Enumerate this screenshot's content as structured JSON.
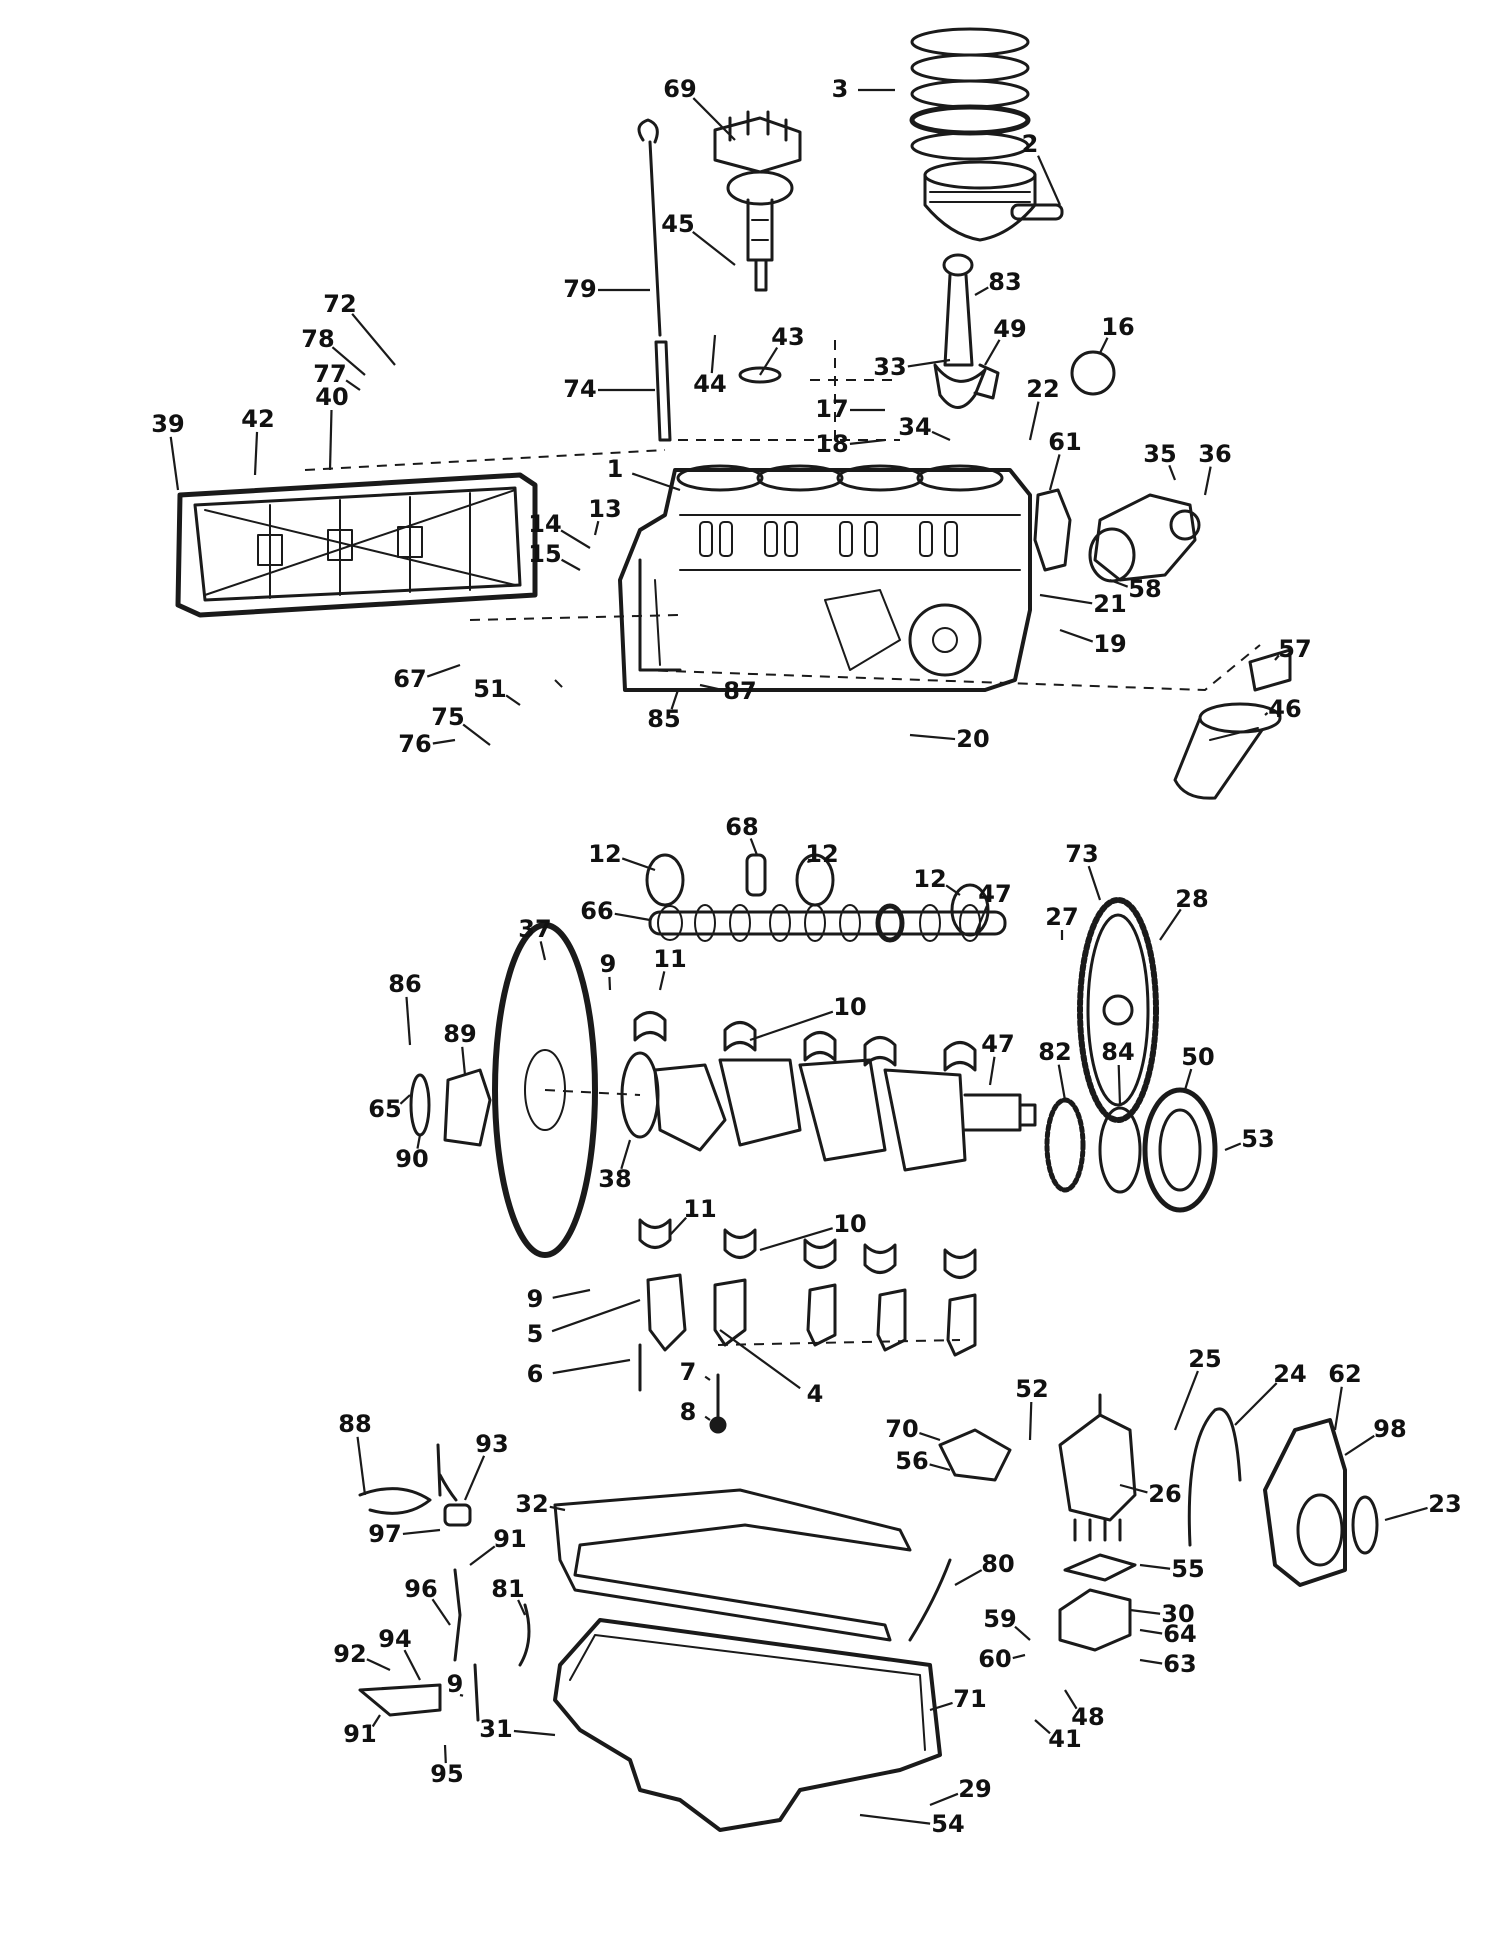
{
  "callouts": [
    "1",
    "2",
    "3",
    "4",
    "5",
    "6",
    "7",
    "8",
    "9",
    "9",
    "9",
    "10",
    "10",
    "11",
    "11",
    "12",
    "12",
    "12",
    "13",
    "14",
    "15",
    "16",
    "17",
    "18",
    "19",
    "20",
    "21",
    "22",
    "23",
    "24",
    "25",
    "26",
    "27",
    "28",
    "29",
    "30",
    "31",
    "32",
    "33",
    "34",
    "35",
    "36",
    "37",
    "38",
    "39",
    "40",
    "41",
    "42",
    "43",
    "44",
    "45",
    "46",
    "47",
    "47",
    "48",
    "49",
    "50",
    "51",
    "52",
    "53",
    "54",
    "55",
    "56",
    "57",
    "58",
    "59",
    "60",
    "61",
    "62",
    "63",
    "64",
    "65",
    "66",
    "67",
    "68",
    "69",
    "70",
    "71",
    "72",
    "73",
    "74",
    "75",
    "76",
    "77",
    "78",
    "79",
    "80",
    "81",
    "82",
    "83",
    "84",
    "85",
    "86",
    "87",
    "88",
    "89",
    "90",
    "91",
    "91",
    "92",
    "93",
    "94",
    "95",
    "96",
    "97",
    "98"
  ]
}
